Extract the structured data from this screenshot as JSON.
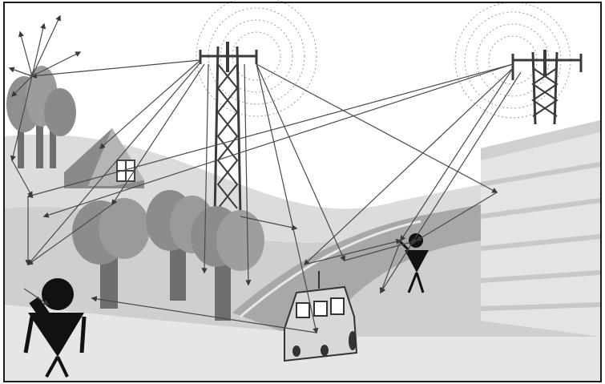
{
  "figure": {
    "title": "",
    "colors": {
      "frame": "#1a1a1a",
      "sky": "#ffffff",
      "hill_light": "#d9d9d9",
      "hill_mid": "#c4c4c4",
      "road": "#9a9a9a",
      "tree_foliage": "#8c8c8c",
      "tree_trunk": "#6e6e6e",
      "tower": "#3a3a3a",
      "building": "#e4e4e4",
      "building_stripe": "#cfcfcf",
      "ray": "#4a4a4a",
      "person": "#111111",
      "radiation": "#8a8a8a"
    },
    "elements": [
      "left-transmission-tower",
      "right-transmission-tower",
      "multistory-building",
      "house",
      "tree-cluster-left",
      "tree-row-center",
      "car",
      "pedestrian-with-phone",
      "walking-person-with-phone",
      "multipath-signal-rays"
    ]
  }
}
